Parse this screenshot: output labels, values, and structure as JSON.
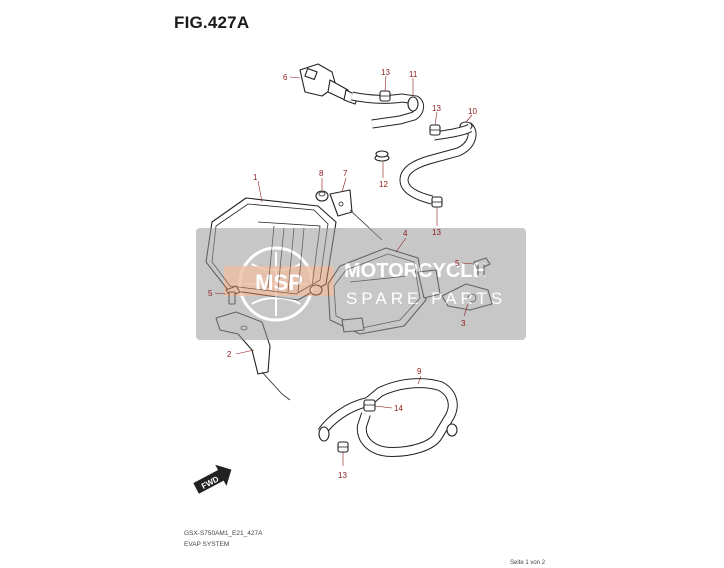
{
  "figure": {
    "title": "FIG.427A",
    "code": "GSX-S750AM1_E21_427A",
    "subtitle": "EVAP SYSTEM",
    "page": "Seite 1 von 2"
  },
  "watermark": {
    "brand_top": "MOTORCYCLE",
    "brand_bottom": "SPARE PARTS",
    "logo": "MSP"
  },
  "direction_label": "FWD",
  "callouts": [
    {
      "id": "c1",
      "label": "1"
    },
    {
      "id": "c2",
      "label": "2"
    },
    {
      "id": "c3",
      "label": "3"
    },
    {
      "id": "c4",
      "label": "4"
    },
    {
      "id": "c5a",
      "label": "5"
    },
    {
      "id": "c5b",
      "label": "5"
    },
    {
      "id": "c6",
      "label": "6"
    },
    {
      "id": "c7",
      "label": "7"
    },
    {
      "id": "c8",
      "label": "8"
    },
    {
      "id": "c9",
      "label": "9"
    },
    {
      "id": "c10",
      "label": "10"
    },
    {
      "id": "c11",
      "label": "11"
    },
    {
      "id": "c12",
      "label": "12"
    },
    {
      "id": "c13a",
      "label": "13"
    },
    {
      "id": "c13b",
      "label": "13"
    },
    {
      "id": "c13c",
      "label": "13"
    },
    {
      "id": "c13d",
      "label": "13"
    },
    {
      "id": "c14",
      "label": "14"
    }
  ]
}
